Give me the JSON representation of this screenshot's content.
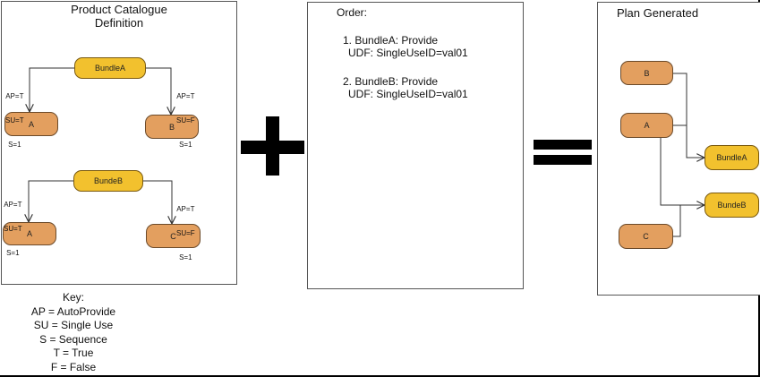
{
  "catalogue": {
    "title_line1": "Product Catalogue",
    "title_line2": "Definition",
    "bundleA": "BundleA",
    "bundleB": "BundeB",
    "nodeA1": "A",
    "nodeB": "B",
    "nodeA2": "A",
    "nodeC": "C",
    "cond_left_top": [
      "AP=T",
      "SU=T",
      "S=1"
    ],
    "cond_right_top": [
      "AP=T",
      "SU=F",
      "S=1"
    ],
    "cond_left_bottom": [
      "AP=T",
      "SU=T",
      "S=1"
    ],
    "cond_right_bottom": [
      "AP=T",
      "SU=F",
      "S=1"
    ]
  },
  "order": {
    "title": "Order:",
    "item1_line1": "1. BundleA: Provide",
    "item1_line2": "UDF: SingleUseID=val01",
    "item2_line1": "2. BundleB: Provide",
    "item2_line2": "UDF: SingleUseID=val01"
  },
  "plan": {
    "title": "Plan Generated",
    "nodeB": "B",
    "nodeA": "A",
    "nodeC": "C",
    "bundleA": "BundleA",
    "bundleB": "BundeB"
  },
  "key": {
    "title": "Key:",
    "ap": "AP = AutoProvide",
    "su": "SU = Single Use",
    "s": "S = Sequence",
    "t": "T = True",
    "f": "F = False"
  },
  "colors": {
    "component": "#e39f5f",
    "bundle": "#f2c12e"
  }
}
